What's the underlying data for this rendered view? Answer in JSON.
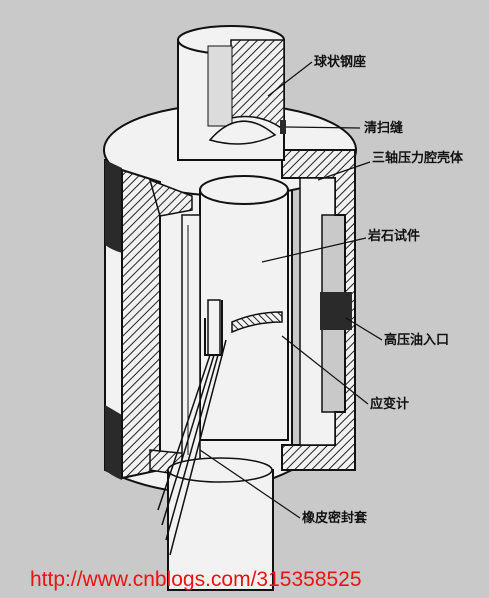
{
  "labels": {
    "ball_seat": "球状钢座",
    "sweep_seam": "清扫缝",
    "cavity_shell": "三轴压力腔壳体",
    "rock_specimen": "岩石试件",
    "oil_inlet": "高压油入口",
    "strain_gauge": "应变计",
    "rubber_sleeve": "橡皮密封套"
  },
  "watermark": "http://www.cnblogs.com/315358525",
  "colors": {
    "background": "#c9c9c9",
    "metal": "#f2f2f2",
    "outline": "#111111",
    "dark": "#2a2a2a",
    "watermark": "#ee1111"
  }
}
